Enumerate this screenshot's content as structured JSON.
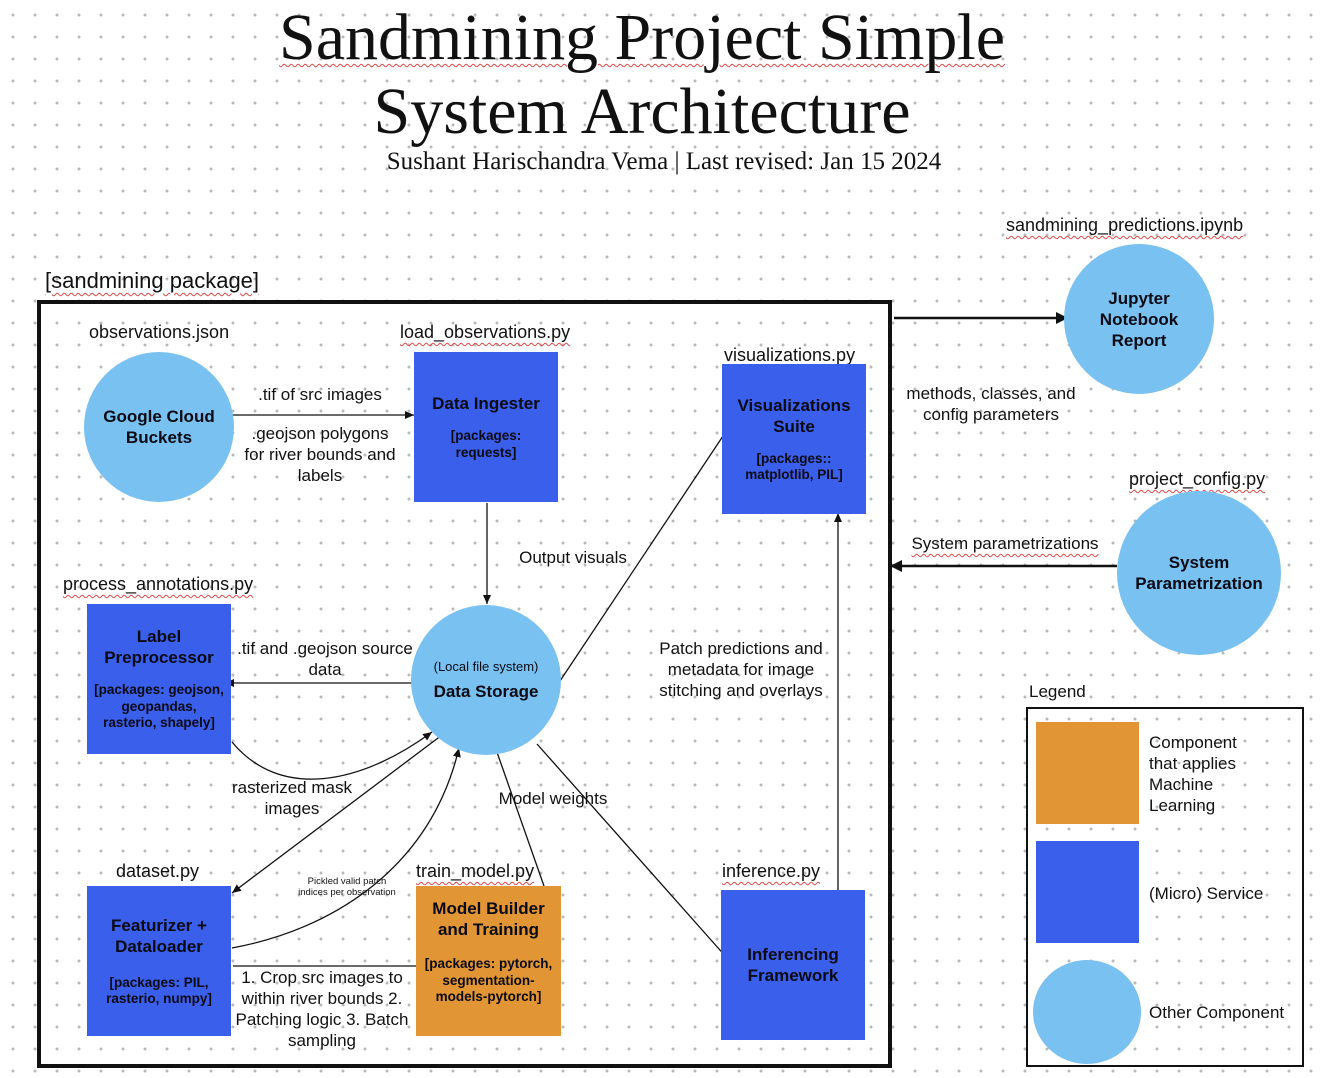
{
  "title": {
    "line1": "Sandmining Project Simple",
    "line2": "System Architecture"
  },
  "subtitle": "Sushant Harischandra Vema | Last revised: Jan 15 2024",
  "package_label": "[sandmining package]",
  "components": {
    "gcs": {
      "file": "observations.json",
      "label": "Google Cloud Buckets"
    },
    "ingester": {
      "file": "load_observations.py",
      "label": "Data Ingester",
      "packages": "[packages: requests]"
    },
    "viz": {
      "file": "visualizations.py",
      "label": "Visualizations Suite",
      "packages": "[packages:: matplotlib, PIL]"
    },
    "label_pre": {
      "file": "process_annotations.py",
      "label": "Label Preprocessor",
      "packages": "[packages: geojson, geopandas, rasterio, shapely]"
    },
    "storage": {
      "sub": "(Local file system)",
      "label": "Data Storage"
    },
    "featurizer": {
      "file": "dataset.py",
      "label": "Featurizer + Dataloader",
      "packages": "[packages: PIL, rasterio, numpy]"
    },
    "model": {
      "file": "train_model.py",
      "label": "Model Builder and Training",
      "packages": "[packages: pytorch, segmentation-models-pytorch]"
    },
    "inference": {
      "file": "inference.py",
      "label": "Inferencing Framework"
    },
    "jupyter": {
      "file": "sandmining_predictions.ipynb",
      "label": "Jupyter Notebook Report"
    },
    "sysparam": {
      "file": "project_config.py",
      "label": "System Parametrization"
    }
  },
  "edges": {
    "tif_src": ".tif of src images",
    "geojson_poly": ".geojson polygons for river bounds and labels",
    "output_visuals": "Output visuals",
    "tif_geojson": ".tif and .geojson source data",
    "patch_predictions": "Patch predictions and metadata for image stitching and overlays",
    "rasterized": "rasterized mask images",
    "model_weights": "Model weights",
    "pickled": "Pickled valid patch indices per observation",
    "crop_steps": "1. Crop src images to within river bounds 2. Patching logic 3. Batch sampling",
    "methods_classes": "methods, classes, and config parameters",
    "sys_params": "System parametrizations"
  },
  "legend": {
    "title": "Legend",
    "items": [
      {
        "label": "Component that applies Machine Learning",
        "color": "#e29535"
      },
      {
        "label": "(Micro) Service",
        "color": "#3a5feb"
      },
      {
        "label": "Other Component",
        "color": "#79c1f1"
      }
    ]
  }
}
